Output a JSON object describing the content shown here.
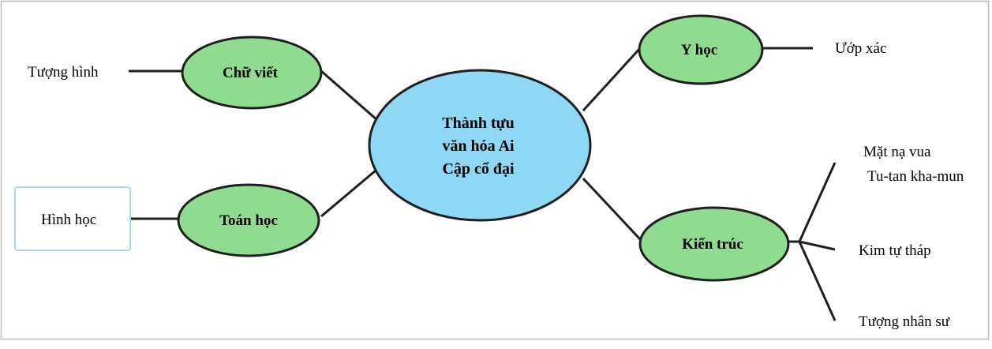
{
  "center": {
    "lines": [
      "Thành tựu",
      "văn hóa Ai",
      "Cập cổ đại"
    ]
  },
  "nodes": {
    "chu_viet": "Chữ viết",
    "toan_hoc": "Toán học",
    "y_hoc": "Y học",
    "kien_truc": "Kiến trúc"
  },
  "leaves": {
    "tuong_hinh": "Tượng hình",
    "hinh_hoc": "Hình học",
    "uop_xac": "Ướp xác",
    "mat_na_line1": "Mặt nạ vua",
    "mat_na_line2": "Tu-tan kha-mun",
    "kim_tu_thap": "Kim tự tháp",
    "tuong_nhan_su": "Tượng nhân sư"
  },
  "colors": {
    "center_fill": "#8fd8f5",
    "node_fill": "#8fdc90",
    "stroke": "#1f1f1f",
    "highlight_border": "#a8d8ee"
  }
}
